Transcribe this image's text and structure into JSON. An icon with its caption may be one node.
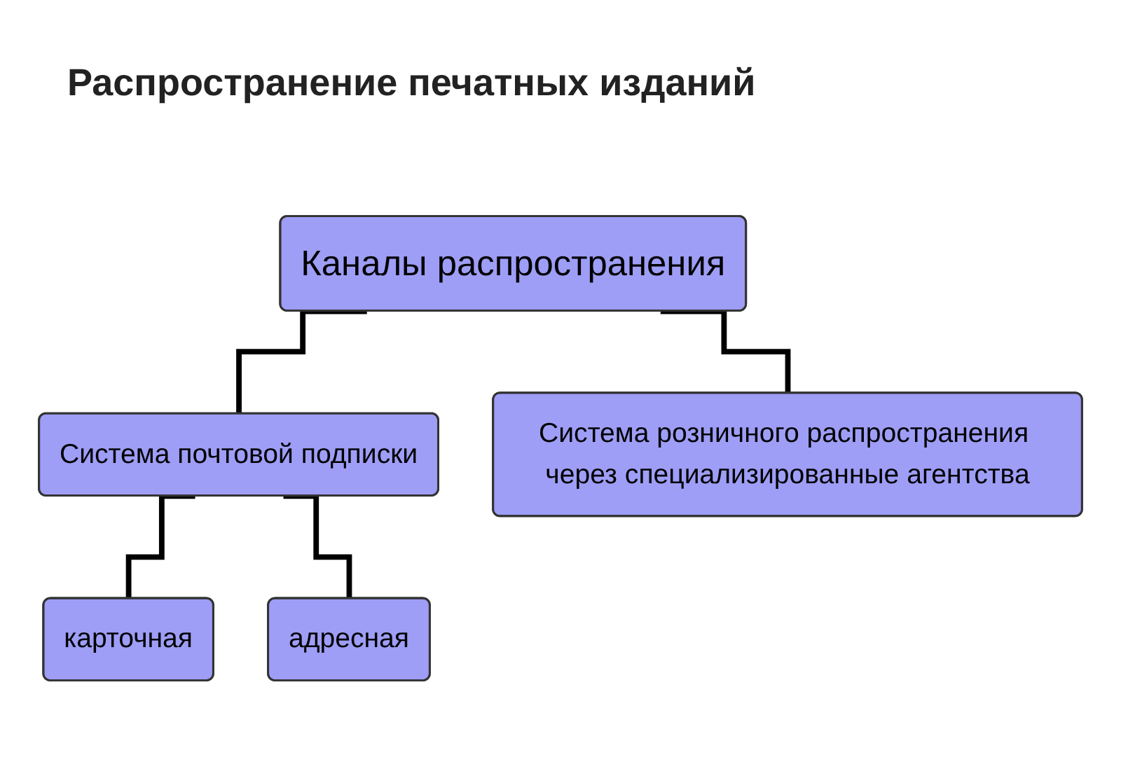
{
  "diagram": {
    "title": "Распространение печатных изданий",
    "nodes": [
      {
        "text": [
          "Каналы распространения"
        ]
      },
      {
        "text": [
          "Система почтовой подписки"
        ]
      },
      {
        "text": [
          "Система розничного распространения через специализированные агентства"
        ]
      },
      {
        "text": [
          "карточная"
        ]
      },
      {
        "text": [
          "адресная"
        ]
      }
    ],
    "edges": [
      {
        "from": 0,
        "to": 1,
        "arrow": "none"
      },
      {
        "from": 0,
        "to": 2,
        "arrow": "none"
      },
      {
        "from": 1,
        "to": 3,
        "arrow": "none"
      },
      {
        "from": 1,
        "to": 4,
        "arrow": "none"
      }
    ]
  }
}
